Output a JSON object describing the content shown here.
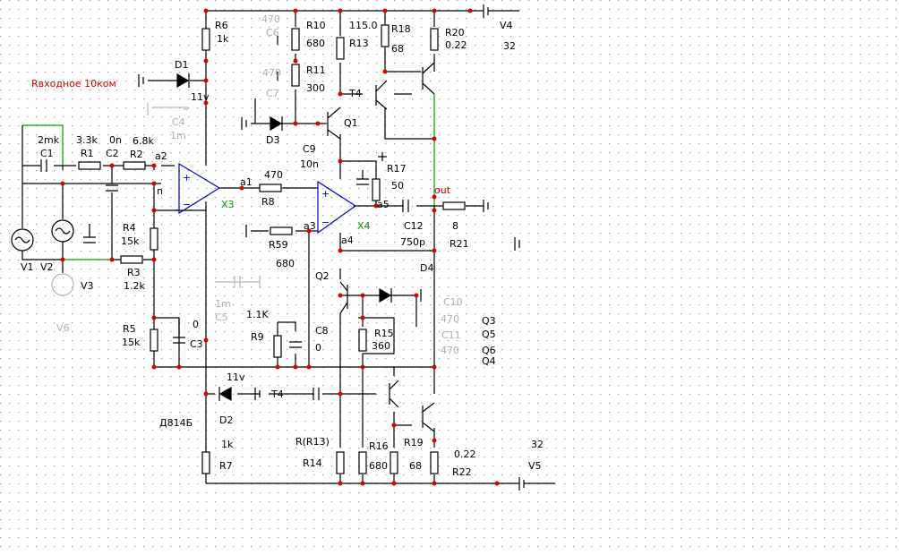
{
  "annotation": "Rвходное 10ком",
  "labels": {
    "C1": "C1",
    "C1_val": "2mk",
    "R1": "R1",
    "R1_val": "3.3k",
    "C2": "C2",
    "C2_val": "0n",
    "R2": "R2",
    "R2_val": "6.8k",
    "a2": "a2",
    "n": "n",
    "R4": "R4",
    "R4_val": "15k",
    "R3": "R3",
    "R3_val": "1.2k",
    "R5": "R5",
    "R5_val": "15k",
    "C3": "C3",
    "C3_val": "0",
    "V1": "V1",
    "V2": "V2",
    "V3": "V3",
    "V6": "V6",
    "R6": "R6",
    "R6_val": "1k",
    "D1": "D1",
    "D1_val": "11v",
    "C4": "C4",
    "C4_val": "1m",
    "X3": "X3",
    "a1": "a1",
    "R8": "R8",
    "R8_val": "470",
    "C6": "C6",
    "C6_val": "470",
    "C7": "C7",
    "C7_val": "470",
    "R10": "R10",
    "R10_val": "680",
    "R11": "R11",
    "R11_val": "300",
    "D3": "D3",
    "T4a": "T4",
    "Q1": "Q1",
    "C9": "C9",
    "C9_val": "10n",
    "R13": "R13",
    "R13_val": "115.0",
    "R18": "R18",
    "R18_val": "68",
    "R20": "R20",
    "R20_val": "0.22",
    "V4": "V4",
    "V4_val": "32",
    "R17": "R17",
    "R17_val": "50",
    "out": "out",
    "X4": "X4",
    "a3": "a3",
    "a4": "a4",
    "a5": "a5",
    "R59": "R59",
    "R59_val": "680",
    "C12": "C12",
    "C12_val": "750p",
    "R21": "R21",
    "R21_val": "8",
    "D4": "D4",
    "Q2": "Q2",
    "C5": "C5",
    "C5_val": "1m",
    "R9": "R9",
    "R9_val": "1.1K",
    "C8": "C8",
    "C8_val": "0",
    "R15": "R15",
    "R15_val": "360",
    "C10": "C10",
    "C10_val": "470",
    "C11": "C11",
    "C11_val": "470",
    "Q3": "Q3",
    "Q5": "Q5",
    "Q6": "Q6",
    "Q4": "Q4",
    "D2_val": "11v",
    "T4b": "T4",
    "D814": "Д814Б",
    "D2": "D2",
    "R7": "R7",
    "R7_val": "1k",
    "R14": "R14",
    "R14_val": "R(R13)",
    "R16": "R16",
    "R16_val": "680",
    "R19": "R19",
    "R19_val": "68",
    "R22": "R22",
    "R22_val": "0.22",
    "V5": "V5",
    "V5_val": "32"
  }
}
